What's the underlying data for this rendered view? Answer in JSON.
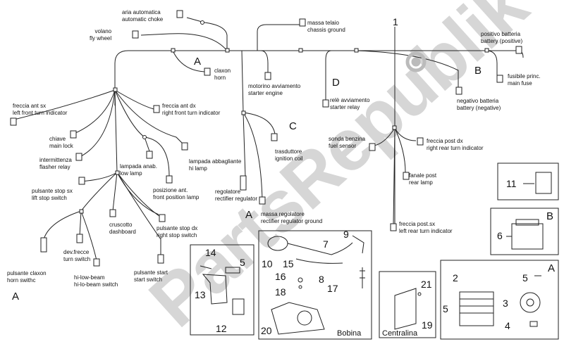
{
  "labels": {
    "aria_automatica": "aria automatica",
    "automatic_choke": "automatic choke",
    "volano": "volano",
    "fly_wheel": "fly wheel",
    "massa_telaio": "massa telaio",
    "chassis_ground": "chassis ground",
    "positivo_batteria": "positivo batteria",
    "battery_positive": "battery (positive)",
    "fusibile_princ": "fusibile princ.",
    "main_fuse": "main fuse",
    "negativo_batteria": "negativo batteria",
    "battery_negative": "battery (negative)",
    "claxon": "claxon",
    "horn": "horn",
    "motorino_avviamento": "motorino avviamento",
    "starter_engine": "starter engine",
    "rele_avviamento": "relè avviamento",
    "starter_relay": "starter relay",
    "freccia_ant_sx": "freccia ant sx",
    "left_front_turn": "left front turn indicator",
    "freccia_ant_dx": "freccia ant dx",
    "right_front_turn": "right front turn indicator",
    "chiave": "chiave",
    "main_lock": "main lock",
    "intermittenza": "intermittenza",
    "flasher_relay": "flasher relay",
    "lampada_anab": "lampada anab.",
    "low_lamp": "low lamp",
    "lampada_abbagliante": "lampada abbagliante",
    "hi_lamp": "hi lamp",
    "trasduttore": "trasduttore",
    "ignition_coil": "ignition coil",
    "sonda_benzina": "sonda benzina",
    "fuel_sensor": "fuel sensor",
    "freccia_post_dx": "freccia post dx",
    "right_rear_turn": "right rear turn indicator",
    "fanale_post": "fanale post",
    "rear_lamp": "rear lamp",
    "pulsante_stop_sx": "pulsante stop sx",
    "lift_stop_switch": "lift stop switch",
    "posizione_ant": "posizione ant.",
    "front_position_lamp": "front position lamp",
    "regolatore": "regolatore",
    "rectifier_regulator": "rectifier regulator",
    "massa_regolatore": "massa regolatore",
    "rectifier_regulator_ground": "rectifier regulator ground",
    "cruscotto": "cruscotto",
    "dashboard": "dashboard",
    "pulsante_stop_dx": "pulsante stop dx",
    "right_stop_switch": "right stop switch",
    "freccia_post_sx": "freccia post.sx",
    "left_rear_turn": "left rear turn indicator",
    "dev_frecce": "dev.frecce",
    "turn_switch": "turn switch",
    "hi_low_beam": "hi-low-beam",
    "hi_lo_beam_switch": "hi-lo-beam switch",
    "pulsante_claxon": "pulsante claxon",
    "horn_swithc": "horn swithc",
    "pulsante_start": "pulsante start",
    "start_switch": "start switch"
  },
  "letters": {
    "a1": "A",
    "a2": "A",
    "a3": "A",
    "a4": "A",
    "b1": "B",
    "b2": "B",
    "c": "C",
    "d": "D"
  },
  "numbers": {
    "n1": "1",
    "n2": "2",
    "n3": "3",
    "n4": "4",
    "n5a": "5",
    "n5b": "5",
    "n5c": "5",
    "n6": "6",
    "n7": "7",
    "n8": "8",
    "n9": "9",
    "n10": "10",
    "n11": "11",
    "n12": "12",
    "n13": "13",
    "n14": "14",
    "n15": "15",
    "n16": "16",
    "n17": "17",
    "n18": "18",
    "n19": "19",
    "n20": "20",
    "n21": "21"
  },
  "captions": {
    "bobina": "Bobina",
    "centralina": "Centralina"
  },
  "watermark": "PartsRepublik"
}
